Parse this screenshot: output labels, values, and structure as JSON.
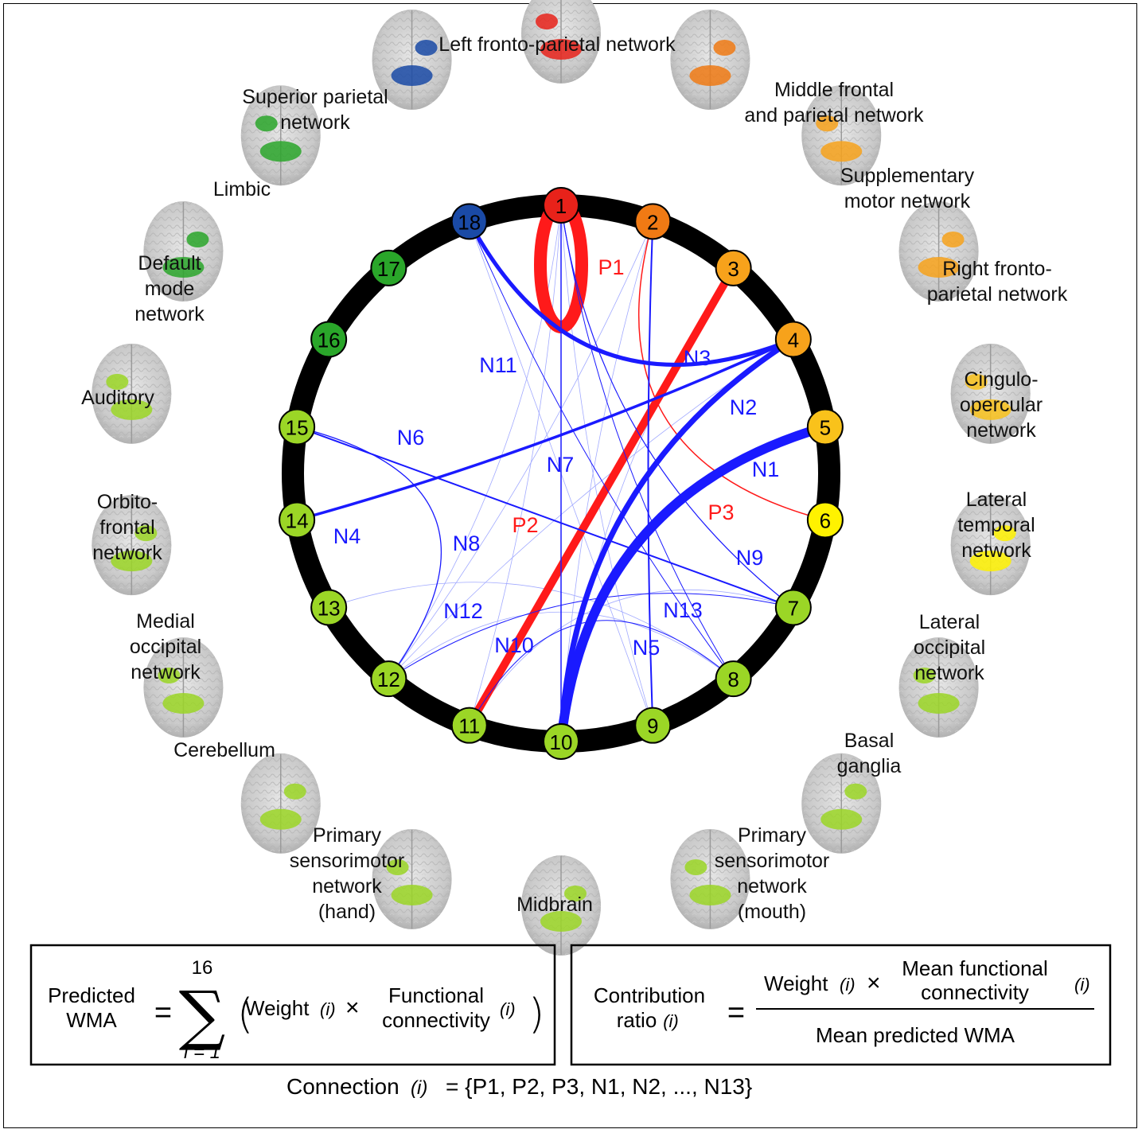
{
  "nodes": [
    {
      "id": "1",
      "label": "1",
      "color": "#e8221a",
      "network": "Left fronto-parietal network"
    },
    {
      "id": "2",
      "label": "2",
      "color": "#f07a14",
      "network": "Middle frontal and parietal network"
    },
    {
      "id": "3",
      "label": "3",
      "color": "#f7a21b",
      "network": "Supplementary motor network"
    },
    {
      "id": "4",
      "label": "4",
      "color": "#f7a21b",
      "network": "Right fronto-parietal network"
    },
    {
      "id": "5",
      "label": "5",
      "color": "#f9c21b",
      "network": "Cingulo-opercular network"
    },
    {
      "id": "6",
      "label": "6",
      "color": "#fff200",
      "network": "Lateral temporal network"
    },
    {
      "id": "7",
      "label": "7",
      "color": "#9bd626",
      "network": "Lateral occipital network"
    },
    {
      "id": "8",
      "label": "8",
      "color": "#9bd626",
      "network": "Basal ganglia"
    },
    {
      "id": "9",
      "label": "9",
      "color": "#9bd626",
      "network": "Primary sensorimotor network (mouth)"
    },
    {
      "id": "10",
      "label": "10",
      "color": "#9bd626",
      "network": "Midbrain"
    },
    {
      "id": "11",
      "label": "11",
      "color": "#9bd626",
      "network": "Primary sensorimotor network (hand)"
    },
    {
      "id": "12",
      "label": "12",
      "color": "#9bd626",
      "network": "Cerebellum"
    },
    {
      "id": "13",
      "label": "13",
      "color": "#9bd626",
      "network": "Medial occipital network"
    },
    {
      "id": "14",
      "label": "14",
      "color": "#9bd626",
      "network": "Orbito-frontal network"
    },
    {
      "id": "15",
      "label": "15",
      "color": "#9bd626",
      "network": "Auditory"
    },
    {
      "id": "16",
      "label": "16",
      "color": "#2aa62a",
      "network": "Default mode network"
    },
    {
      "id": "17",
      "label": "17",
      "color": "#2aa62a",
      "network": "Limbic"
    },
    {
      "id": "18",
      "label": "18",
      "color": "#1a4aa6",
      "network": "Superior parietal network"
    }
  ],
  "network_labels": [
    {
      "lines": [
        "Left fronto-parietal network"
      ]
    },
    {
      "lines": [
        "Middle frontal",
        "and parietal network"
      ]
    },
    {
      "lines": [
        "Supplementary",
        "motor network"
      ]
    },
    {
      "lines": [
        "Right fronto-",
        "parietal network"
      ]
    },
    {
      "lines": [
        "Cingulo-",
        "opercular",
        "network"
      ]
    },
    {
      "lines": [
        "Lateral",
        "temporal",
        "network"
      ]
    },
    {
      "lines": [
        "Lateral",
        "occipital",
        "network"
      ]
    },
    {
      "lines": [
        "Basal",
        "ganglia"
      ]
    },
    {
      "lines": [
        "Primary",
        "sensorimotor",
        "network",
        "(mouth)"
      ]
    },
    {
      "lines": [
        "Midbrain"
      ]
    },
    {
      "lines": [
        "Primary",
        "sensorimotor",
        "network",
        "(hand)"
      ]
    },
    {
      "lines": [
        "Cerebellum"
      ]
    },
    {
      "lines": [
        "Medial",
        "occipital",
        "network"
      ]
    },
    {
      "lines": [
        "Orbito-",
        "frontal",
        "network"
      ]
    },
    {
      "lines": [
        "Auditory"
      ]
    },
    {
      "lines": [
        "Default",
        "mode",
        "network"
      ]
    },
    {
      "lines": [
        "Limbic"
      ]
    },
    {
      "lines": [
        "Superior parietal",
        "network"
      ]
    }
  ],
  "connections": [
    {
      "label": "P1",
      "from": "1",
      "to": "1",
      "sign": "positive",
      "color": "#ff1a1a"
    },
    {
      "label": "P2",
      "from": "3",
      "to": "11",
      "sign": "positive",
      "color": "#ff1a1a"
    },
    {
      "label": "P3",
      "from": "2",
      "to": "6",
      "sign": "positive",
      "color": "#ff1a1a"
    },
    {
      "label": "N1",
      "from": "5",
      "to": "10",
      "sign": "negative",
      "color": "#1a1aff"
    },
    {
      "label": "N2",
      "from": "4",
      "to": "10",
      "sign": "negative",
      "color": "#1a1aff"
    },
    {
      "label": "N3",
      "from": "18",
      "to": "4",
      "sign": "negative",
      "color": "#1a1aff"
    },
    {
      "label": "N4",
      "from": "14",
      "to": "4",
      "sign": "negative",
      "color": "#1a1aff"
    },
    {
      "label": "N5",
      "from": "2",
      "to": "9",
      "sign": "negative",
      "color": "#1a1aff"
    },
    {
      "label": "N6",
      "from": "15",
      "to": "7",
      "sign": "negative",
      "color": "#1a1aff"
    },
    {
      "label": "N7",
      "from": "1",
      "to": "10",
      "sign": "negative",
      "color": "#1a1aff"
    },
    {
      "label": "N8",
      "from": "15",
      "to": "12",
      "sign": "negative",
      "color": "#1a1aff"
    },
    {
      "label": "N9",
      "from": "1",
      "to": "7",
      "sign": "negative",
      "color": "#1a1aff"
    },
    {
      "label": "N10",
      "from": "11",
      "to": "8",
      "sign": "negative",
      "color": "#1a1aff"
    },
    {
      "label": "N11",
      "from": "18",
      "to": "8",
      "sign": "negative",
      "color": "#1a1aff"
    },
    {
      "label": "N12",
      "from": "12",
      "to": "7",
      "sign": "negative",
      "color": "#1a1aff"
    },
    {
      "label": "N13",
      "from": "1",
      "to": "8",
      "sign": "negative",
      "color": "#1a1aff"
    }
  ],
  "formula_left": {
    "lhs_line1": "Predicted",
    "lhs_line2": "WMA",
    "equals": "=",
    "sum_upper": "16",
    "sum_lower": "i = 1",
    "weight": "Weight",
    "index": "(i)",
    "times": "×",
    "fc_line1": "Functional",
    "fc_line2": "connectivity"
  },
  "formula_right": {
    "lhs_line1": "Contribution",
    "lhs_line2": "ratio",
    "index": "(i)",
    "equals": "=",
    "weight": "Weight",
    "times": "×",
    "mfc_line1": "Mean functional",
    "mfc_line2": "connectivity",
    "denominator": "Mean predicted WMA"
  },
  "connection_definition": {
    "prefix": "Connection",
    "index": "(i)",
    "rest": "= {P1, P2, P3, N1, N2, ..., N13}"
  }
}
